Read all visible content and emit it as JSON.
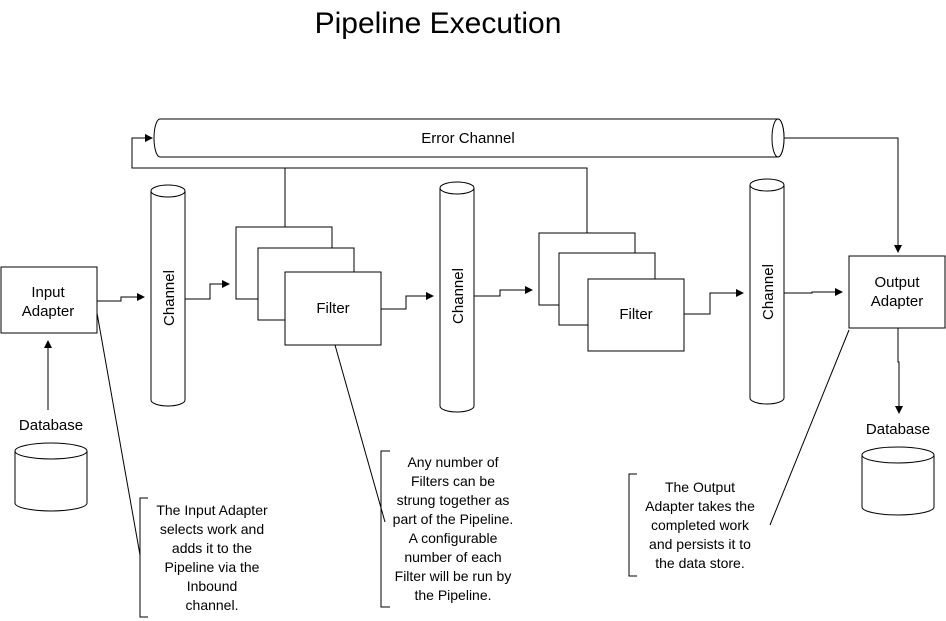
{
  "title": "Pipeline Execution",
  "error_channel": "Error Channel",
  "input_adapter": [
    "Input",
    "Adapter"
  ],
  "output_adapter": [
    "Output",
    "Adapter"
  ],
  "channels": [
    "Channel",
    "Channel",
    "Channel"
  ],
  "filters": [
    "Filter",
    "Filter"
  ],
  "databases": [
    "Database",
    "Database"
  ],
  "notes": {
    "input": [
      "The Input Adapter",
      "selects work and",
      "adds it to the",
      "Pipeline via the",
      "Inbound",
      "channel."
    ],
    "filters": [
      "Any number of",
      "Filters can be",
      "strung together as",
      "part of the Pipeline.",
      "A configurable",
      "number of each",
      "Filter will be run by",
      "the Pipeline."
    ],
    "output": [
      "The Output",
      "Adapter takes the",
      "completed work",
      "and persists it to",
      "the data store."
    ]
  }
}
